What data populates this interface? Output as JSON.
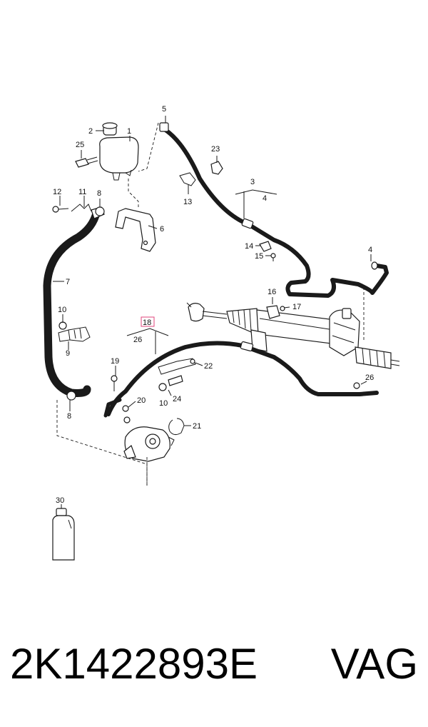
{
  "callouts": {
    "c1": "1",
    "c2": "2",
    "c3": "3",
    "c4a": "4",
    "c4b": "4",
    "c5": "5",
    "c6": "6",
    "c7": "7",
    "c8a": "8",
    "c8b": "8",
    "c9": "9",
    "c10a": "10",
    "c10b": "10",
    "c11": "11",
    "c12": "12",
    "c13": "13",
    "c14": "14",
    "c15": "15",
    "c16": "16",
    "c17": "17",
    "c18": "18",
    "c19": "19",
    "c20": "20",
    "c21": "21",
    "c22": "22",
    "c23": "23",
    "c24": "24",
    "c25": "25",
    "c26a": "26",
    "c26b": "26",
    "c30": "30"
  },
  "highlight_color": "#e0457b",
  "caption": {
    "part_number": "2K1422893E",
    "brand": "VAG"
  }
}
